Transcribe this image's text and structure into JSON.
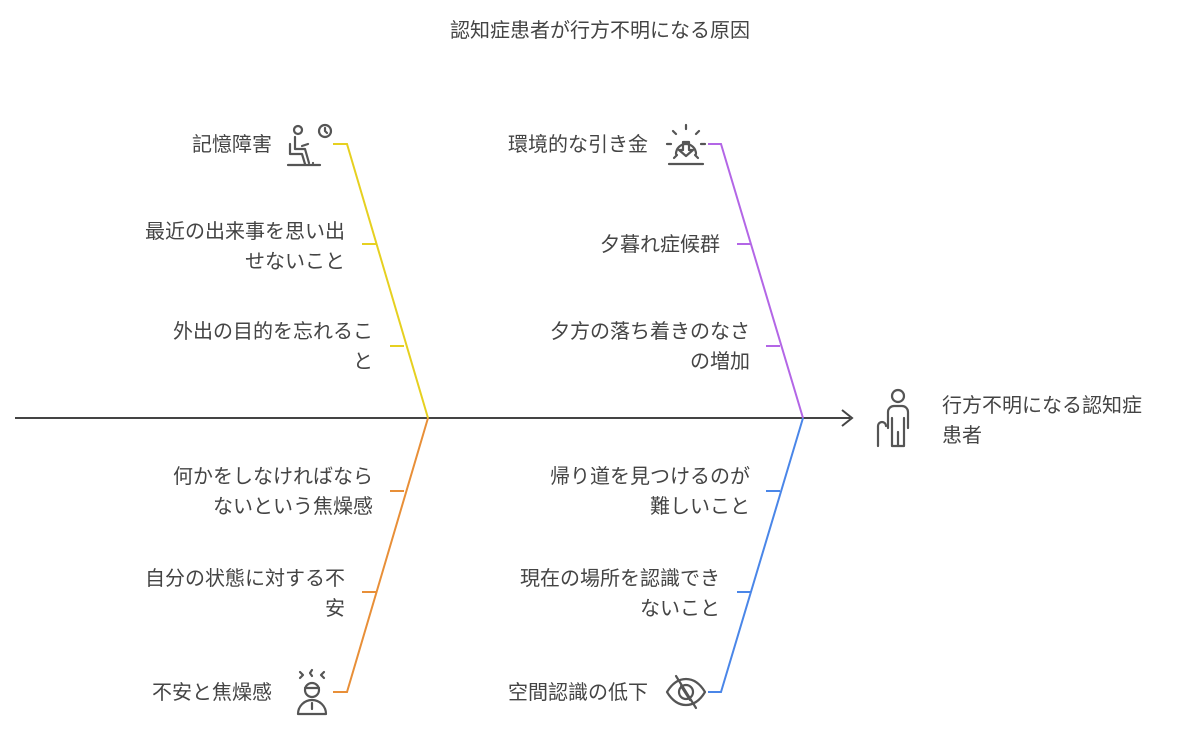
{
  "title": "認知症患者が行方不明になる原因",
  "effect": {
    "lines": [
      "行方不明になる認知症",
      "患者"
    ],
    "icon": "person-with-cane-icon"
  },
  "colors": {
    "memory": "#e6d020",
    "environment": "#b366e6",
    "anxiety": "#e88f38",
    "spatial": "#4a86e8",
    "spine": "#444444"
  },
  "categories": [
    {
      "id": "memory",
      "label": "記憶障害",
      "icon": "person-waiting-clock-icon",
      "causes": [
        {
          "lines": [
            "最近の出来事を思い出",
            "せないこと"
          ]
        },
        {
          "lines": [
            "外出の目的を忘れるこ",
            "と"
          ]
        }
      ]
    },
    {
      "id": "environment",
      "label": "環境的な引き金",
      "icon": "sunset-icon",
      "causes": [
        {
          "lines": [
            "夕暮れ症候群"
          ]
        },
        {
          "lines": [
            "夕方の落ち着きのなさ",
            "の増加"
          ]
        }
      ]
    },
    {
      "id": "anxiety",
      "label": "不安と焦燥感",
      "icon": "stressed-person-icon",
      "causes": [
        {
          "lines": [
            "何かをしなければなら",
            "ないという焦燥感"
          ]
        },
        {
          "lines": [
            "自分の状態に対する不",
            "安"
          ]
        }
      ]
    },
    {
      "id": "spatial",
      "label": "空間認識の低下",
      "icon": "eye-slash-icon",
      "causes": [
        {
          "lines": [
            "帰り道を見つけるのが",
            "難しいこと"
          ]
        },
        {
          "lines": [
            "現在の場所を認識でき",
            "ないこと"
          ]
        }
      ]
    }
  ]
}
